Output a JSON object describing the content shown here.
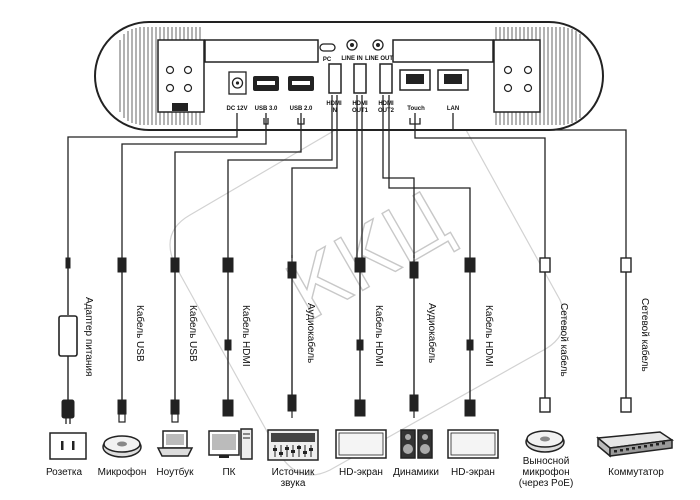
{
  "ports": {
    "dc": "DC 12V",
    "usb3": "USB 3.0",
    "usb2": "USB 2.0",
    "hdmi_in": "HDMI IN",
    "hdmi_out1": "HDMI OUT1",
    "hdmi_out2": "HDMI OUT2",
    "touch": "Touch",
    "lan": "LAN",
    "pc": "PC",
    "line_in": "LINE IN",
    "line_out": "LINE OUT"
  },
  "cables": [
    "Адаптер питания",
    "Кабель USB",
    "Кабель USB",
    "Кабель HDMI",
    "Аудиокабель",
    "Кабель HDMI",
    "Аудиокабель",
    "Кабель HDMI",
    "Сетевой кабель",
    "Сетевой кабель"
  ],
  "devices": [
    "Розетка",
    "Микрофон",
    "Ноутбук",
    "ПК",
    "Источник звука",
    "HD-экран",
    "Динамики",
    "HD-экран",
    "Выносной микрофон (через PoE)",
    "Коммутатор"
  ],
  "watermark": "ККЦ"
}
